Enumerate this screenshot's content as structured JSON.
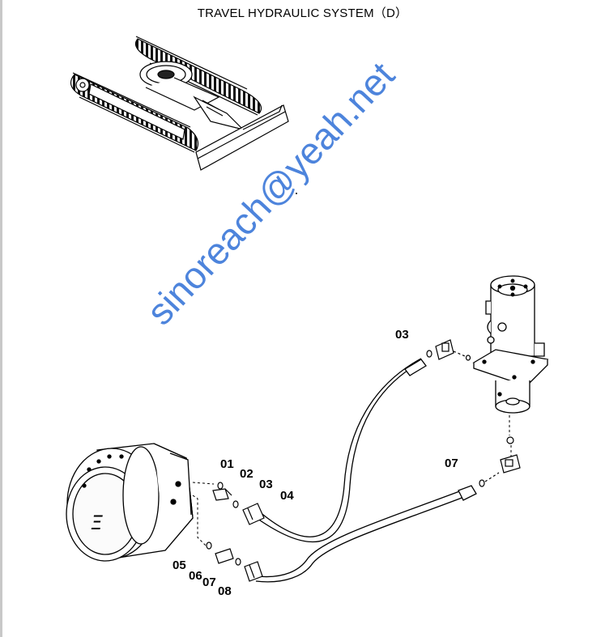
{
  "title": "TRAVEL HYDRAULIC SYSTEM（D）",
  "watermark": "sinoreach@yeah.net",
  "callouts": {
    "c01": "01",
    "c02": "02",
    "c03a": "03",
    "c04": "04",
    "c03b": "03",
    "c07a": "07",
    "c05": "05",
    "c06": "06",
    "c07b": "07",
    "c08": "08"
  },
  "motor_logo": "Ξ",
  "colors": {
    "line": "#000000",
    "watermark": "#2f6fd6"
  }
}
